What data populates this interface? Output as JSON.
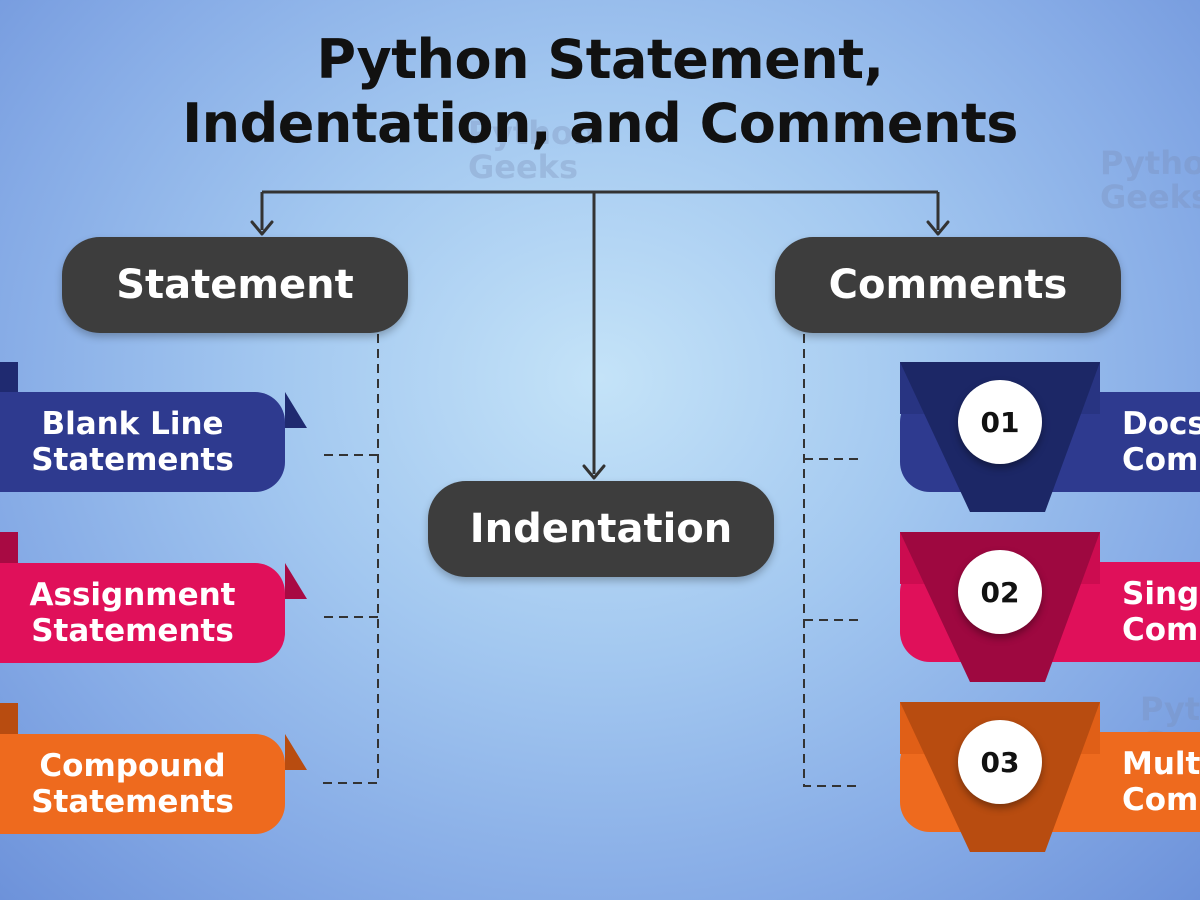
{
  "title": {
    "line1": "Python Statement,",
    "line2": "Indentation, and Comments"
  },
  "nodes": {
    "statement": "Statement",
    "indentation": "Indentation",
    "comments": "Comments"
  },
  "statements": [
    {
      "line1": "Blank Line",
      "line2": "Statements",
      "color": "#2e3a8f"
    },
    {
      "line1": "Assignment",
      "line2": "Statements",
      "color": "#e0105a"
    },
    {
      "line1": "Compound",
      "line2": "Statements",
      "color": "#ee6a1e"
    }
  ],
  "comments": [
    {
      "number": "01",
      "line1": "Docs",
      "line2": "Com",
      "color": "#2e3a8f"
    },
    {
      "number": "02",
      "line1": "Sing",
      "line2": "Com",
      "color": "#e0105a"
    },
    {
      "number": "03",
      "line1": "Mult",
      "line2": "Com",
      "color": "#ee6a1e"
    }
  ],
  "watermarks": {
    "line1": "Python",
    "line2": "Geeks"
  }
}
